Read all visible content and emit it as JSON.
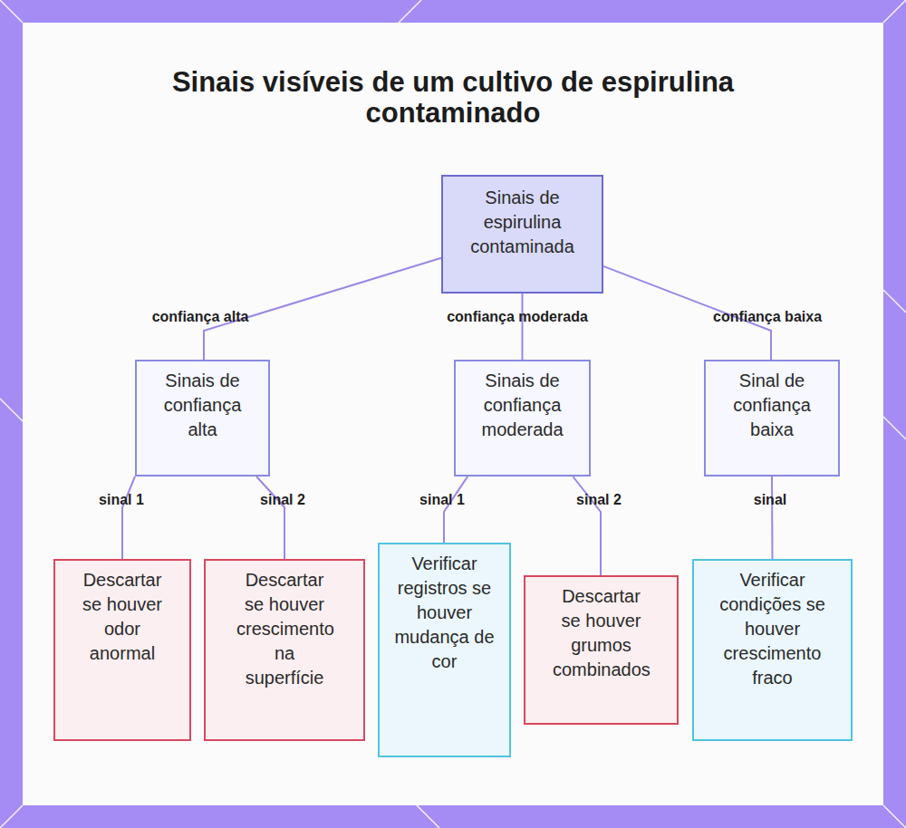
{
  "diagram": {
    "title": "Sinais visíveis de um cultivo de espirulina contaminado",
    "nodes": [
      {
        "text": [
          "Sinais de espirulina contaminada"
        ]
      },
      {
        "text": [
          "Sinais de confiança alta"
        ]
      },
      {
        "text": [
          "Sinais de confiança moderada"
        ]
      },
      {
        "text": [
          "Sinal de confiança baixa"
        ]
      },
      {
        "text": [
          "Descartar se houver odor anormal"
        ]
      },
      {
        "text": [
          "Descartar se houver crescimento na superfície"
        ]
      },
      {
        "text": [
          "Verificar registros se houver mudança de cor"
        ]
      },
      {
        "text": [
          "Descartar se houver grumos combinados"
        ]
      },
      {
        "text": [
          "Verificar condições se houver crescimento fraco"
        ]
      }
    ],
    "edges": [
      {
        "from": 0,
        "to": 1,
        "label": "confiança alta",
        "arrow": "none"
      },
      {
        "from": 0,
        "to": 2,
        "label": "confiança moderada",
        "arrow": "none"
      },
      {
        "from": 0,
        "to": 3,
        "label": "confiança baixa",
        "arrow": "none"
      },
      {
        "from": 1,
        "to": 4,
        "label": "sinal 1",
        "arrow": "none"
      },
      {
        "from": 1,
        "to": 5,
        "label": "sinal 2",
        "arrow": "none"
      },
      {
        "from": 2,
        "to": 6,
        "label": "sinal 1",
        "arrow": "none"
      },
      {
        "from": 2,
        "to": 7,
        "label": "sinal 2",
        "arrow": "none"
      },
      {
        "from": 3,
        "to": 8,
        "label": "sinal",
        "arrow": "none"
      }
    ]
  }
}
